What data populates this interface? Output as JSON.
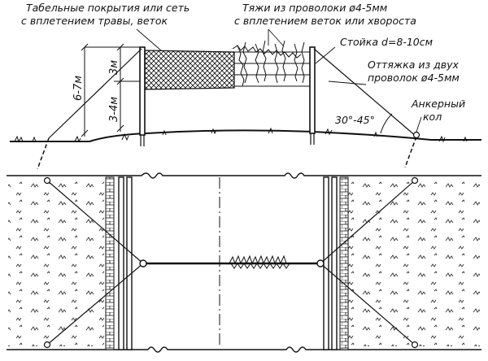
{
  "labels": {
    "cover_line1": "Табельные покрытия или сеть",
    "cover_line2": "с вплетением травы, веток",
    "ties_line1": "Тяжи из проволоки ø4-5мм",
    "ties_line2": "с вплетением веток или хвороста",
    "post": "Стойка d=8-10см",
    "guy_line1": "Оттяжка из двух",
    "guy_line2": "проволок ø4-5мм",
    "anchor_line1": "Анкерный",
    "anchor_line2": "кол",
    "angle": "30°-45°",
    "dim_total": "6-7м",
    "dim_upper": "3м",
    "dim_lower": "3-4м"
  }
}
